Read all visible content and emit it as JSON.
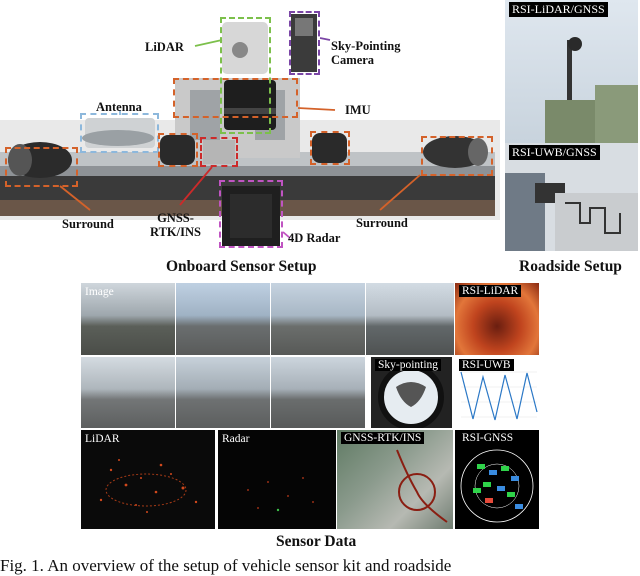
{
  "onboard": {
    "title": "Onboard Sensor Setup",
    "labels": {
      "lidar": "LiDAR",
      "sky_camera": "Sky-Pointing\nCamera",
      "antenna": "Antenna",
      "imu": "IMU",
      "surround_left": "Surround",
      "gnss": "GNSS-\nRTK/INS",
      "radar": "4D Radar",
      "surround_right": "Surround"
    }
  },
  "roadside": {
    "title": "Roadside Setup",
    "top_label": "RSI-LiDAR/GNSS",
    "bottom_label": "RSI-UWB/GNSS"
  },
  "sensor_data": {
    "title": "Sensor Data",
    "tiles": {
      "image": "Image",
      "rsi_lidar": "RSI-LiDAR",
      "sky": "Sky-pointing",
      "rsi_uwb": "RSI-UWB",
      "lidar": "LiDAR",
      "radar": "Radar",
      "gnss": "GNSS-RTK/INS",
      "rsi_gnss": "RSI-GNSS"
    }
  },
  "caption": "Fig. 1. An overview of the setup of vehicle sensor kit and roadside"
}
